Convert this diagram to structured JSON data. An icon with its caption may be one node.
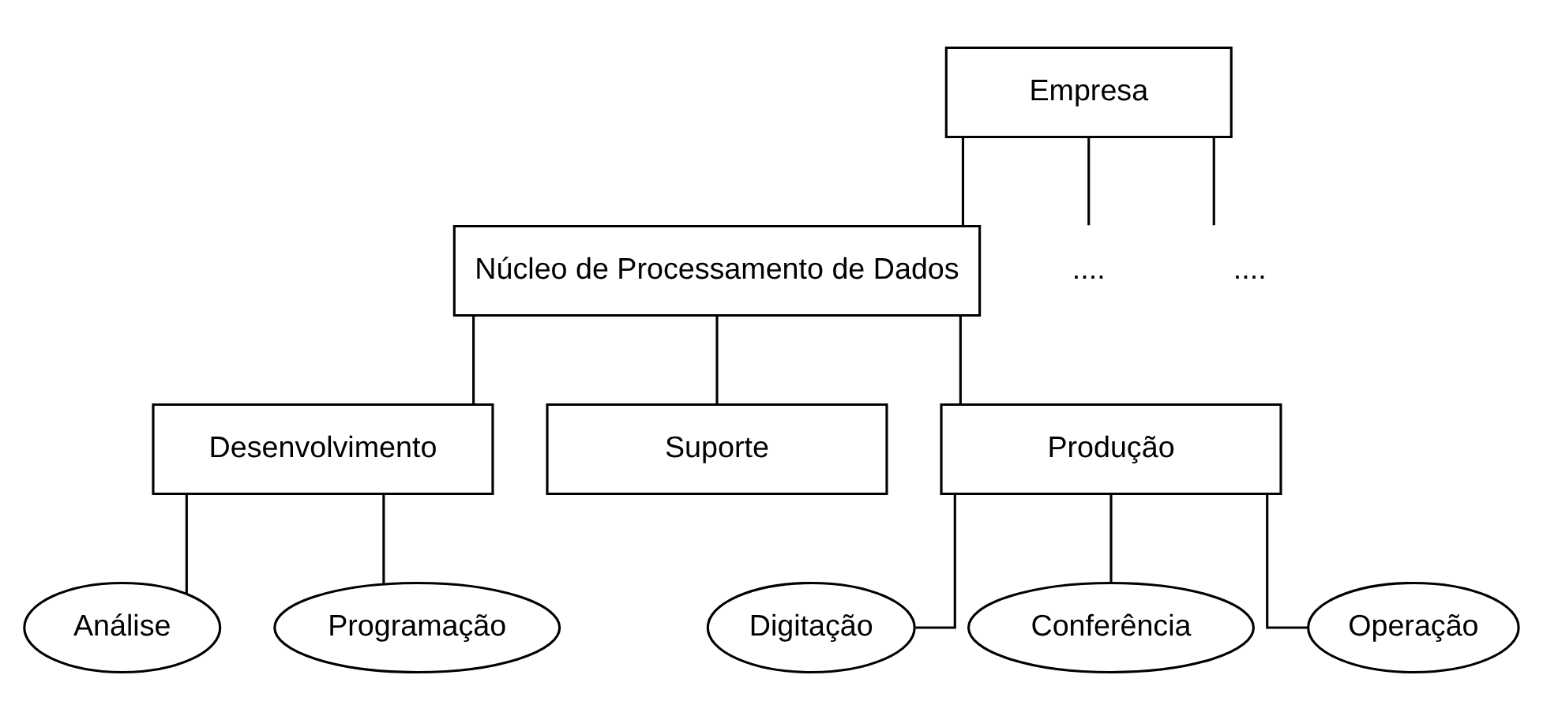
{
  "diagram": {
    "nodes": [
      {
        "text": [
          "Empresa"
        ]
      },
      {
        "text": [
          "Núcleo de Processamento de Dados"
        ]
      },
      {
        "text": [
          "...."
        ]
      },
      {
        "text": [
          "...."
        ]
      },
      {
        "text": [
          "Desenvolvimento"
        ]
      },
      {
        "text": [
          "Suporte"
        ]
      },
      {
        "text": [
          "Produção"
        ]
      },
      {
        "text": [
          "Análise"
        ]
      },
      {
        "text": [
          "Programação"
        ]
      },
      {
        "text": [
          "Digitação"
        ]
      },
      {
        "text": [
          "Conferência"
        ]
      },
      {
        "text": [
          "Operação"
        ]
      }
    ],
    "edges": [
      {
        "from": 0,
        "to": 1,
        "arrow": "none"
      },
      {
        "from": 0,
        "to": 2,
        "arrow": "none"
      },
      {
        "from": 0,
        "to": 3,
        "arrow": "none"
      },
      {
        "from": 1,
        "to": 4,
        "arrow": "none"
      },
      {
        "from": 1,
        "to": 5,
        "arrow": "none"
      },
      {
        "from": 1,
        "to": 6,
        "arrow": "none"
      },
      {
        "from": 4,
        "to": 7,
        "arrow": "none"
      },
      {
        "from": 4,
        "to": 8,
        "arrow": "none"
      },
      {
        "from": 6,
        "to": 9,
        "arrow": "none"
      },
      {
        "from": 6,
        "to": 10,
        "arrow": "none"
      },
      {
        "from": 6,
        "to": 11,
        "arrow": "none"
      }
    ]
  }
}
